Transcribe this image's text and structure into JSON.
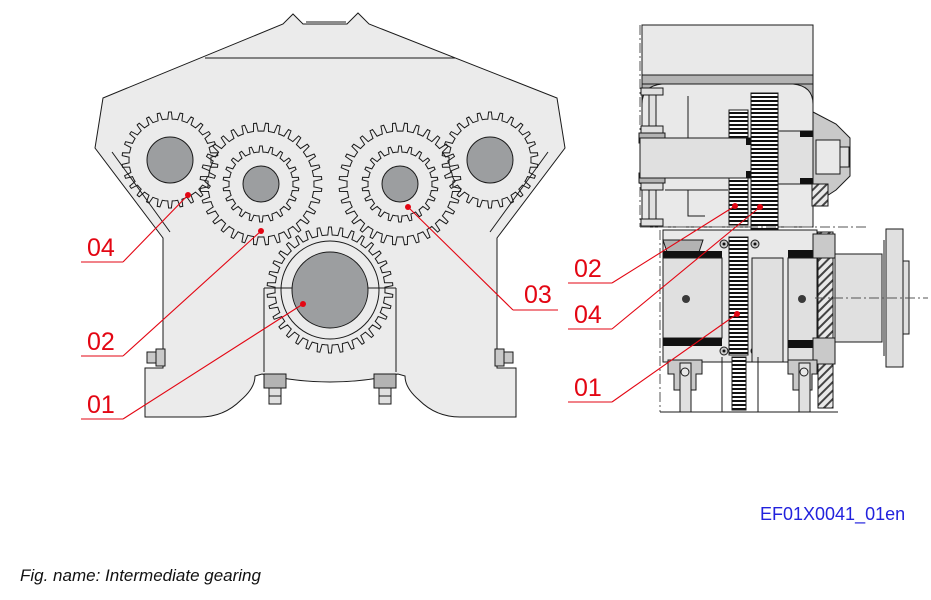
{
  "figure": {
    "code": "EF01X0041_01en",
    "caption": "Fig. name: Intermediate gearing"
  },
  "colors": {
    "callout_red": "#e30613",
    "code_blue": "#2222dd",
    "housing_gray": "#ebebeb",
    "hub_gray": "#9c9ea0"
  },
  "callouts": {
    "front": [
      {
        "label": "04"
      },
      {
        "label": "02"
      },
      {
        "label": "01"
      },
      {
        "label": "03"
      }
    ],
    "section": [
      {
        "label": "02"
      },
      {
        "label": "04"
      },
      {
        "label": "01"
      }
    ]
  }
}
